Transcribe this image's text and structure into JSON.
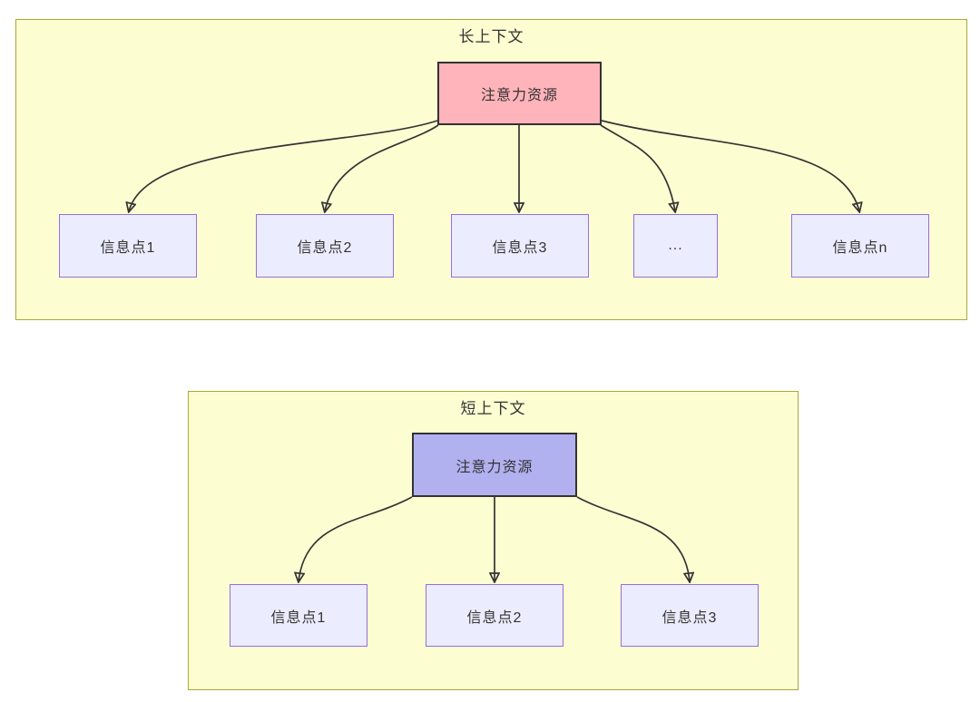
{
  "diagram": {
    "type": "flowchart-comparison",
    "colors": {
      "cluster_fill": "#fdfdd2",
      "cluster_border": "#aaaa33",
      "info_node_fill": "#ececff",
      "info_node_border": "#9370db",
      "attention_long_fill": "#ffb3ba",
      "attention_short_fill": "#b1b1f0",
      "attention_border": "#333333",
      "edge_color": "#333333",
      "text_color": "#333333"
    }
  },
  "long_context": {
    "title": "长上下文",
    "attention_label": "注意力资源",
    "info_points": [
      {
        "label": "信息点1"
      },
      {
        "label": "信息点2"
      },
      {
        "label": "信息点3"
      },
      {
        "label": "..."
      },
      {
        "label": "信息点n"
      }
    ]
  },
  "short_context": {
    "title": "短上下文",
    "attention_label": "注意力资源",
    "info_points": [
      {
        "label": "信息点1"
      },
      {
        "label": "信息点2"
      },
      {
        "label": "信息点3"
      }
    ]
  }
}
